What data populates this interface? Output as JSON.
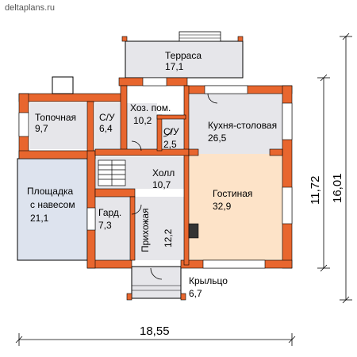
{
  "watermark": "deltaplans.ru",
  "colors": {
    "wall": "#e8662e",
    "room_gray": "#e6e6ea",
    "room_blue": "#dde3ee",
    "room_peach": "#fde3c8",
    "line": "#000000"
  },
  "rooms": {
    "terrace": {
      "name": "Терраса",
      "area": "17,1"
    },
    "furnace": {
      "name": "Топочная",
      "area": "9,7"
    },
    "wc1": {
      "name": "С/У",
      "area": "6,4"
    },
    "utility": {
      "name": "Хоз. пом.",
      "area": "10,2"
    },
    "wc2": {
      "name": "С/У",
      "area": "2,5"
    },
    "kitchen": {
      "name": "Кухня-столовая",
      "area": "26,5"
    },
    "hall": {
      "name": "Холл",
      "area": "10,7"
    },
    "platform": {
      "name_line1": "Площадка",
      "name_line2": "с навесом",
      "area": "21,1"
    },
    "wardrobe": {
      "name": "Гард.",
      "area": "7,3"
    },
    "entrance": {
      "name": "Прихожая",
      "area": "12,2"
    },
    "living": {
      "name": "Гостиная",
      "area": "32,9"
    },
    "porch": {
      "name": "Крыльцо",
      "area": "6,7"
    }
  },
  "dimensions": {
    "width": "18,55",
    "height_inner": "11,72",
    "height_total": "16,01"
  }
}
